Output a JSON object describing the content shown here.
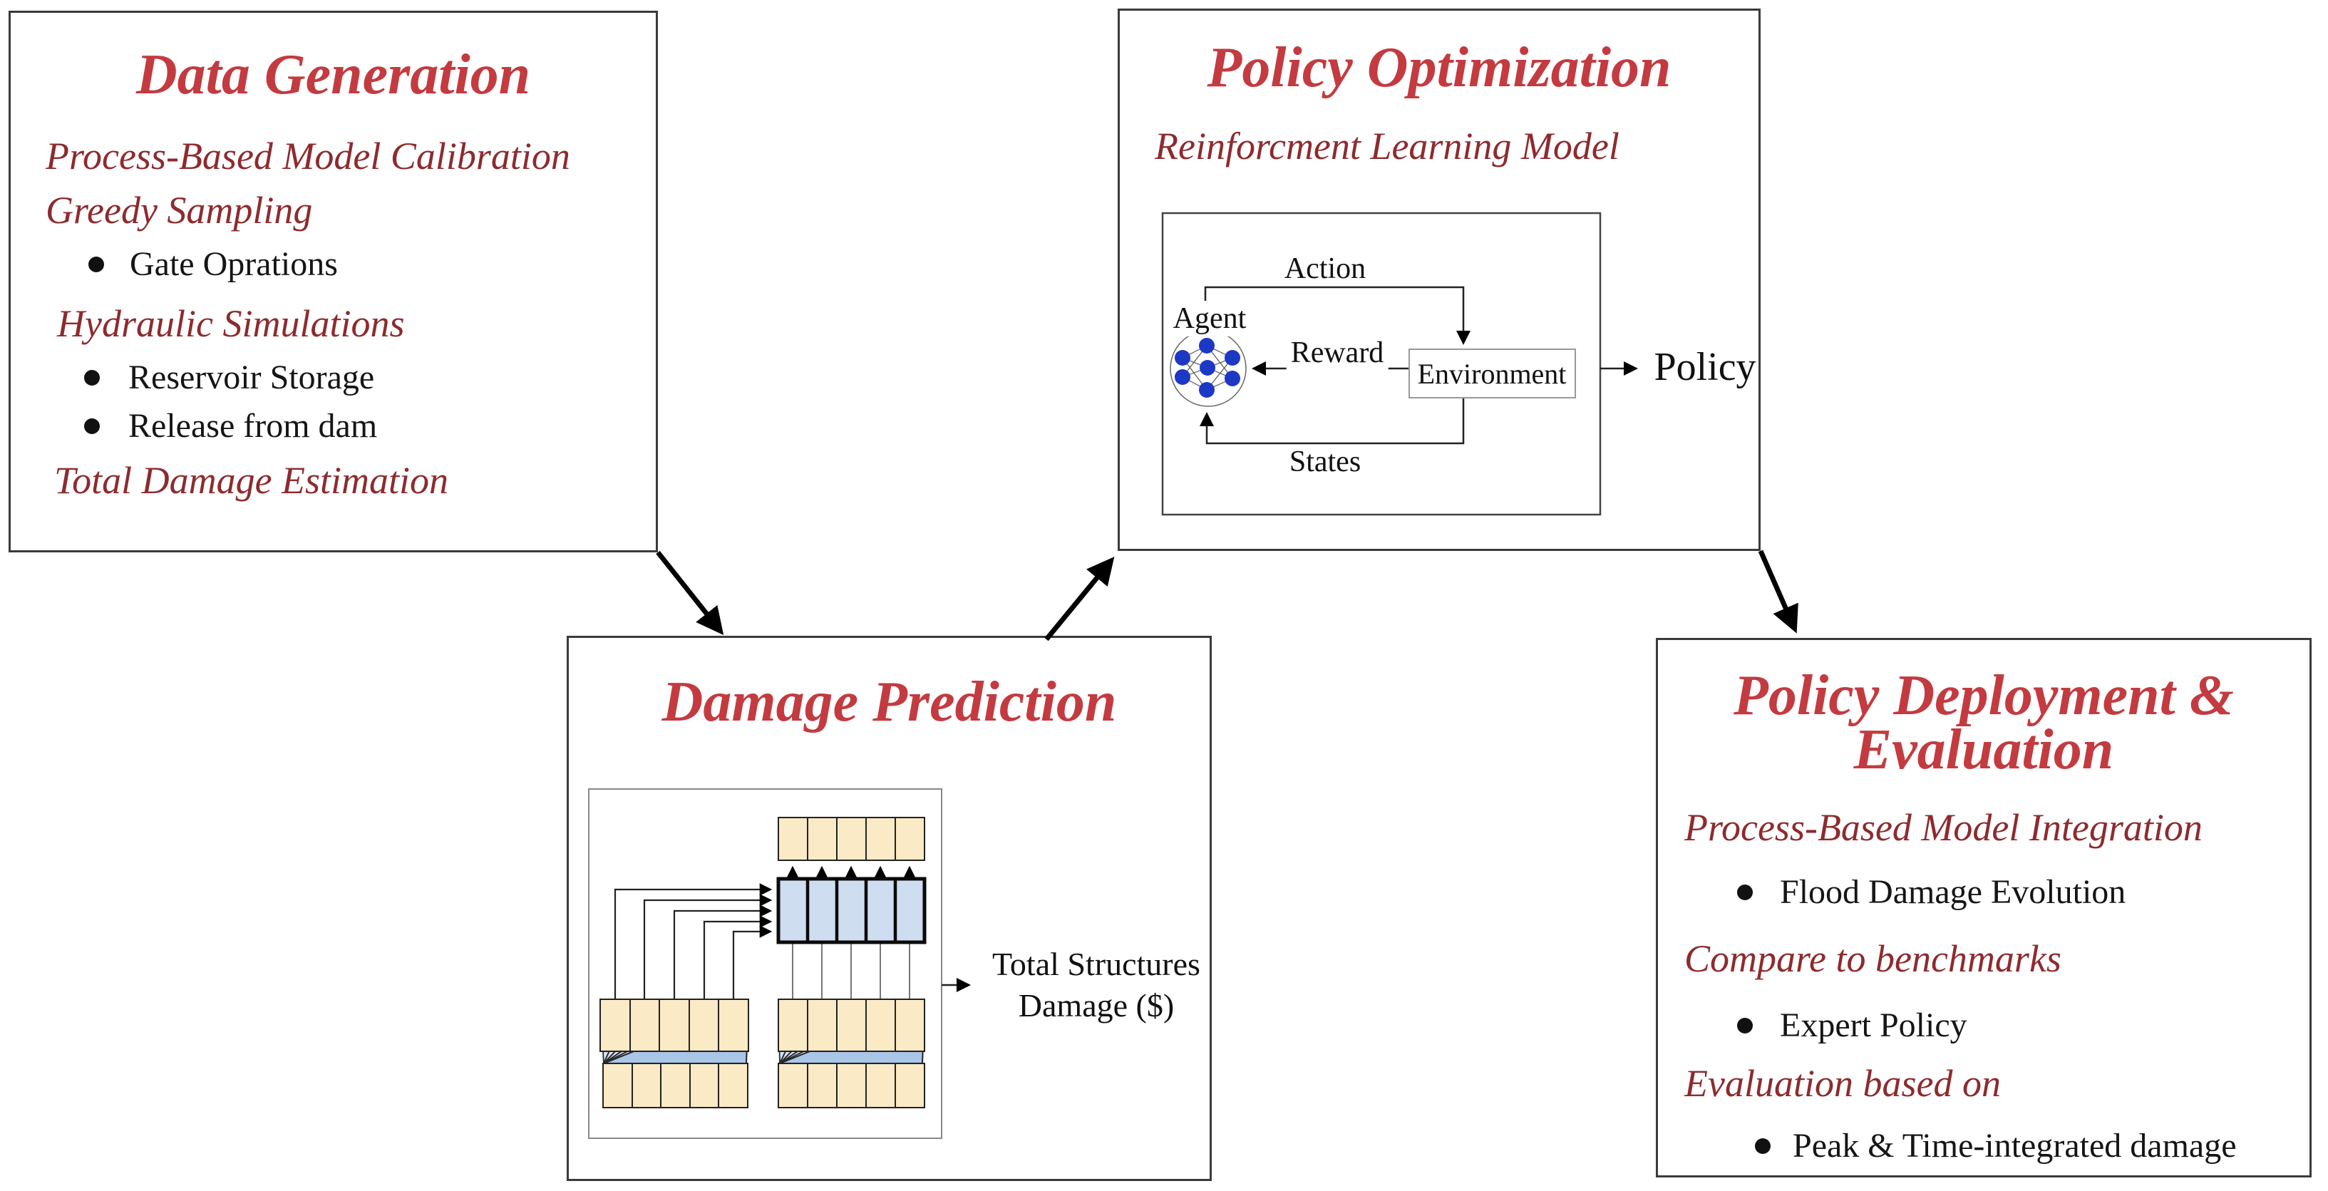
{
  "panels": {
    "data_generation": {
      "title": "Data Generation",
      "subheaders": {
        "calibration": "Process-Based Model Calibration",
        "greedy": "Greedy Sampling",
        "hydraulic": "Hydraulic Simulations",
        "total_damage": "Total Damage Estimation"
      },
      "bullets": {
        "gate": "Gate Oprations",
        "reservoir": "Reservoir Storage",
        "release": "Release from dam"
      }
    },
    "policy_optimization": {
      "title": "Policy Optimization",
      "subheader": "Reinforcment Learning Model",
      "rl": {
        "action": "Action",
        "agent": "Agent",
        "reward": "Reward",
        "environment": "Environment",
        "states": "States",
        "output": "Policy"
      }
    },
    "damage_prediction": {
      "title": "Damage Prediction",
      "output_line1": "Total Structures",
      "output_line2": "Damage ($)"
    },
    "policy_deployment": {
      "title_line1": "Policy Deployment &",
      "title_line2": "Evaluation",
      "subheaders": {
        "integration": "Process-Based Model Integration",
        "compare": "Compare to benchmarks",
        "evaluation": "Evaluation based on"
      },
      "bullets": {
        "flood": "Flood Damage Evolution",
        "expert": "Expert Policy",
        "peak": "Peak & Time-integrated damage"
      }
    }
  },
  "colors": {
    "title_red": "#C33B40",
    "subheader_maroon": "#8D2B2E",
    "body_black": "#151515",
    "node_blue": "#1C38C5",
    "cell_tan": "#FBEAC6",
    "cell_blue": "#CEDDF0",
    "fan_blue": "#A9C6E9",
    "border_dark": "#3B3B3B"
  }
}
